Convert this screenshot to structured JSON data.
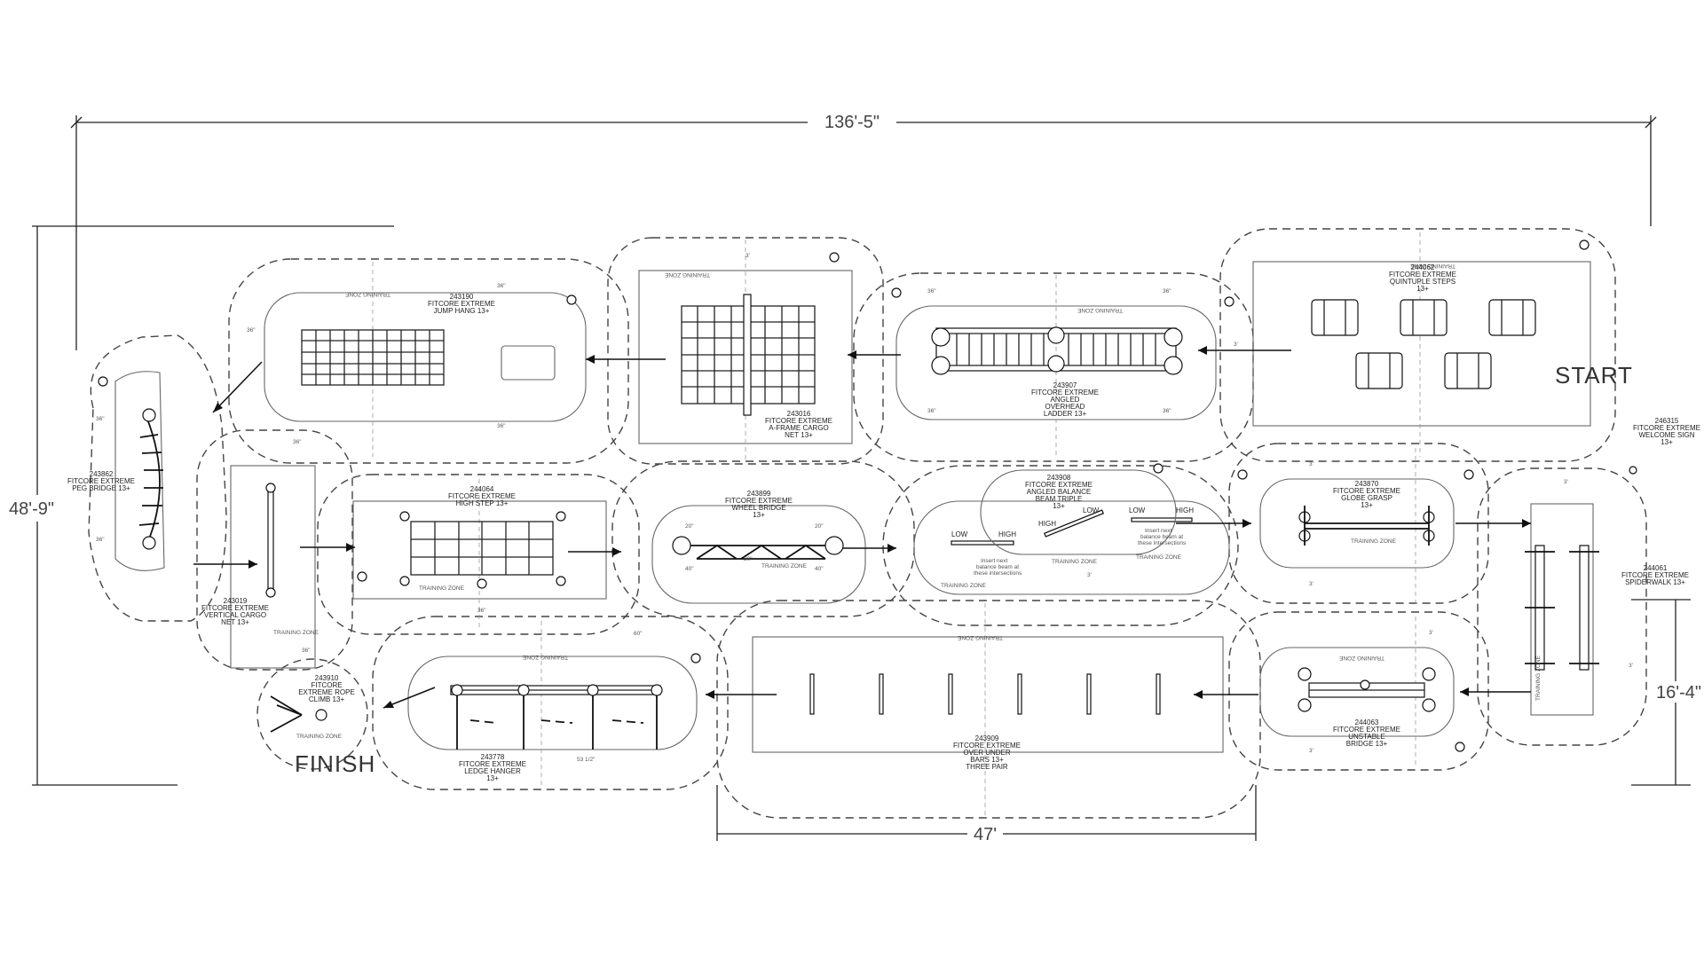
{
  "dimensions": {
    "overall_length": "136'-5\"",
    "overall_width": "48'-9\"",
    "center_span": "47'",
    "right_offset": "16'-4\""
  },
  "markers": {
    "start": "START",
    "finish": "FINISH"
  },
  "zone_label": "TRAINING ZONE",
  "equipment": [
    {
      "id": "peg-bridge",
      "lines": [
        "243862",
        "FITCORE EXTREME",
        "PEG BRIDGE 13+"
      ]
    },
    {
      "id": "vertical-cargo",
      "lines": [
        "243019",
        "FITCORE EXTREME",
        "VERTICAL CARGO",
        "NET 13+"
      ]
    },
    {
      "id": "rope-climb",
      "lines": [
        "243910",
        "FITCORE",
        "EXTREME ROPE",
        "CLIMB 13+"
      ]
    },
    {
      "id": "jump-hang",
      "lines": [
        "243190",
        "FITCORE EXTREME",
        "JUMP HANG 13+"
      ]
    },
    {
      "id": "aframe-cargo",
      "lines": [
        "243016",
        "FITCORE EXTREME",
        "A-FRAME CARGO",
        "NET 13+"
      ]
    },
    {
      "id": "angled-ladder",
      "lines": [
        "243907",
        "FITCORE EXTREME",
        "ANGLED",
        "OVERHEAD",
        "LADDER 13+"
      ]
    },
    {
      "id": "quintuple-steps",
      "lines": [
        "244062",
        "FITCORE EXTREME",
        "QUINTUPLE STEPS",
        "13+"
      ]
    },
    {
      "id": "high-step",
      "lines": [
        "244064",
        "FITCORE EXTREME",
        "HIGH STEP 13+"
      ]
    },
    {
      "id": "wheel-bridge",
      "lines": [
        "243899",
        "FITCORE EXTREME",
        "WHEEL BRIDGE",
        "13+"
      ]
    },
    {
      "id": "balance-beam",
      "lines": [
        "243908",
        "FITCORE EXTREME",
        "ANGLED BALANCE",
        "BEAM TRIPLE",
        "13+"
      ]
    },
    {
      "id": "globe-grasp",
      "lines": [
        "243870",
        "FITCORE EXTREME",
        "GLOBE GRASP",
        "13+"
      ]
    },
    {
      "id": "spiderwalk",
      "lines": [
        "244061",
        "FITCORE EXTREME",
        "SPIDERWALK 13+"
      ]
    },
    {
      "id": "welcome-sign",
      "lines": [
        "246315",
        "FITCORE EXTREME",
        "WELCOME SIGN",
        "13+"
      ]
    },
    {
      "id": "ledge-hanger",
      "lines": [
        "243778",
        "FITCORE EXTREME",
        "LEDGE HANGER",
        "13+"
      ]
    },
    {
      "id": "over-under-bars",
      "lines": [
        "243909",
        "FITCORE EXTREME",
        "OVER UNDER",
        "BARS 13+",
        "THREE PAIR"
      ]
    },
    {
      "id": "unstable-bridge",
      "lines": [
        "244063",
        "FITCORE EXTREME",
        "UNSTABLE",
        "BRIDGE 13+"
      ]
    }
  ],
  "beam_labels": {
    "low": "LOW",
    "high": "HIGH",
    "note": [
      "Insert next",
      "balance beam at",
      "these intersections"
    ]
  },
  "clearances": {
    "c36": "36\"",
    "c3": "3'",
    "c20": "20\"",
    "c40": "40\"",
    "c60": "60\"",
    "c53": "53 1/2\""
  }
}
